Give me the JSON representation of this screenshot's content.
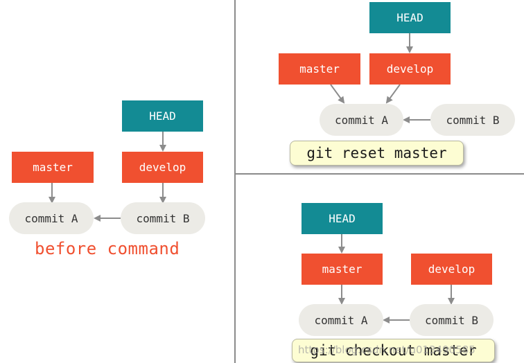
{
  "panels": {
    "before": {
      "head": "HEAD",
      "master": "master",
      "develop": "develop",
      "commit_a": "commit A",
      "commit_b": "commit B",
      "caption": "before command"
    },
    "reset": {
      "head": "HEAD",
      "master": "master",
      "develop": "develop",
      "commit_a": "commit A",
      "commit_b": "commit B",
      "command": "git reset master"
    },
    "checkout": {
      "head": "HEAD",
      "master": "master",
      "develop": "develop",
      "commit_a": "commit A",
      "commit_b": "commit B",
      "command": "git checkout master"
    }
  },
  "watermark": "https://blog.csdn.net/u013490585",
  "colors": {
    "head": "#138b94",
    "branch": "#f05030",
    "commit": "#ecebe6",
    "arrow": "#8c8c8c",
    "command_bg": "#fdfdd3"
  }
}
